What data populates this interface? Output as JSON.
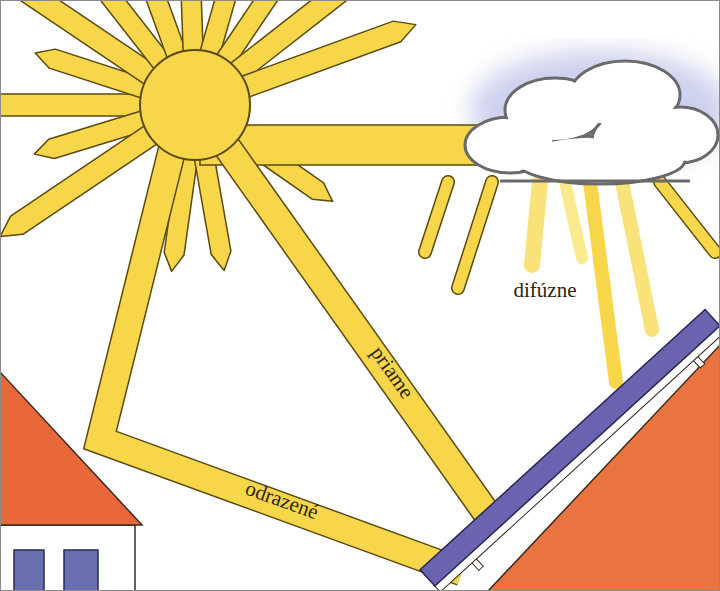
{
  "diagram": {
    "labels": [
      "difúzne",
      "priame",
      "odrazené"
    ]
  }
}
